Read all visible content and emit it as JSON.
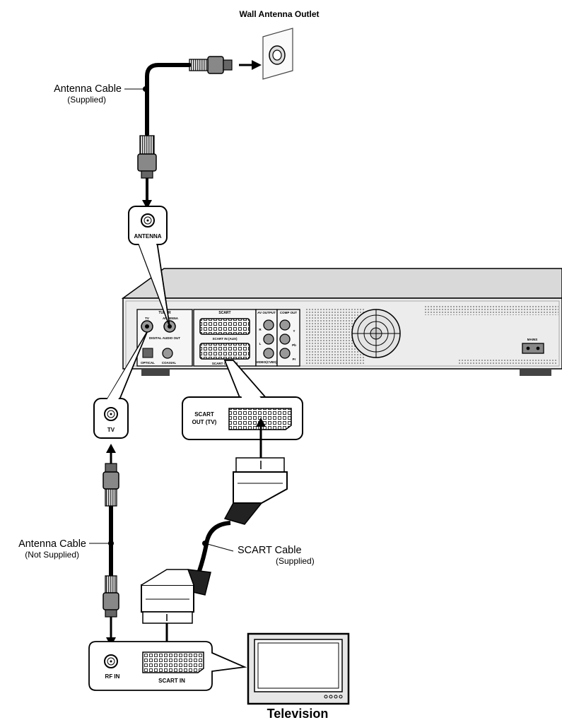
{
  "wall_outlet": {
    "label": "Wall Antenna Outlet"
  },
  "antenna_cable_top": {
    "name": "Antenna Cable",
    "note": "(Supplied)"
  },
  "antenna_callout": {
    "label": "ANTENNA"
  },
  "tv_callout": {
    "label": "TV"
  },
  "scart_out_callout": {
    "line1": "SCART",
    "line2": "OUT (TV)"
  },
  "antenna_cable_bottom": {
    "name": "Antenna Cable",
    "note": "(Not Supplied)"
  },
  "scart_cable": {
    "name": "SCART Cable",
    "note": "(Supplied)"
  },
  "tv_inputs": {
    "rf_in": "RF IN",
    "scart_in": "SCART IN"
  },
  "television": {
    "label": "Television"
  },
  "rear_panel": {
    "tuner": "TUNER",
    "tv": "TV",
    "antenna": "ANTENNA",
    "digital_audio_out": "DIGITAL AUDIO OUT",
    "optical": "OPTICAL",
    "coaxial": "COAXIAL",
    "scart": "SCART",
    "scart_in_aux": "SCART IN (AUX)",
    "scart_out_tv": "SCART OUT (TV)",
    "av_output": "AV OUTPUT",
    "comp_out": "COMP OUT",
    "r": "R",
    "l": "L",
    "video": "VIDEO(CVBS)",
    "y": "Y",
    "pb": "Pb",
    "pr": "Pr",
    "mains": "MAINS"
  }
}
